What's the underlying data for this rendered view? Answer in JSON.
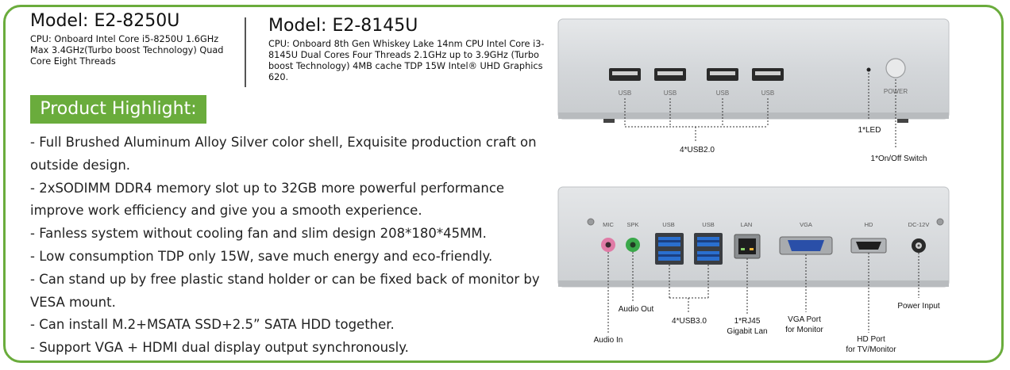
{
  "models": [
    {
      "title": "Model: E2-8250U",
      "cpu": "CPU: Onboard Intel Core i5-8250U 1.6GHz Max 3.4GHz(Turbo boost Technology) Quad Core Eight Threads"
    },
    {
      "title": "Model: E2-8145U",
      "cpu": "CPU: Onboard 8th Gen Whiskey Lake 14nm CPU Intel Core i3-8145U Dual Cores Four Threads 2.1GHz up to 3.9GHz (Turbo boost Technology) 4MB cache TDP 15W Intel® UHD Graphics 620."
    }
  ],
  "highlight_title": "Product Highlight:",
  "features": [
    "- Full Brushed Aluminum Alloy Silver color shell, Exquisite production craft on outside design.",
    "- 2xSODIMM DDR4 memory slot up to 32GB more powerful performance improve work efficiency and give you a smooth experience.",
    "- Fanless system without cooling fan and slim design 208*180*45MM.",
    "- Low consumption TDP only 15W, save much energy and eco-friendly.",
    "- Can stand up by free plastic stand holder or can be fixed back of monitor by VESA mount.",
    "- Can install M.2+MSATA SSD+2.5” SATA HDD together.",
    "- Support VGA + HDMI dual display output synchronously."
  ],
  "front": {
    "port_label": "USB",
    "power_label": "POWER",
    "usb_callout": "4*USB2.0",
    "led_callout": "1*LED",
    "switch_callout": "1*On/Off Switch"
  },
  "rear": {
    "port_labels": {
      "mic": "MIC",
      "spk": "SPK",
      "usb1": "USB",
      "usb2": "USB",
      "lan": "LAN",
      "vga": "VGA",
      "hd": "HD",
      "dc": "DC-12V"
    },
    "callouts": {
      "audio_in": "Audio In",
      "audio_out": "Audio Out",
      "usb3": "4*USB3.0",
      "rj45_line1": "1*RJ45",
      "rj45_line2": "Gigabit Lan",
      "vga_line1": "VGA Port",
      "vga_line2": "for Monitor",
      "hd_line1": "HD Port",
      "hd_line2": "for TV/Monitor",
      "power_input": "Power Input"
    }
  },
  "colors": {
    "accent_green": "#6aac3c",
    "chassis_silver": "#d8dbde",
    "usb3_blue": "#2a6fcf",
    "mic_pink": "#e07ba6",
    "spk_green": "#3aa84a"
  }
}
